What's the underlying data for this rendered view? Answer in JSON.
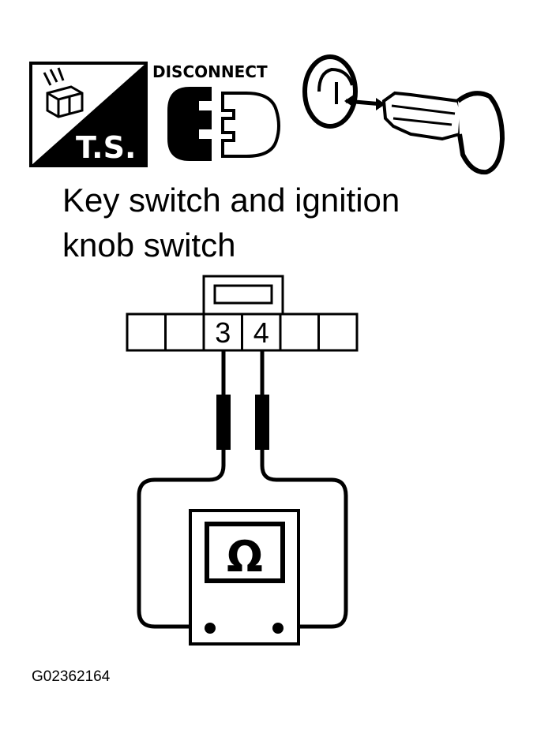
{
  "icons": {
    "test_symbol": {
      "icon": "connector-test-icon",
      "label": "T.S."
    },
    "disconnect": {
      "icon": "disconnect-connector-icon",
      "label": "DISCONNECT"
    },
    "key": {
      "icon": "ignition-key-icon"
    }
  },
  "title": {
    "line1": "Key switch and ignition",
    "line2": "knob switch"
  },
  "connector": {
    "terminals": [
      "",
      "",
      "3",
      "4",
      "",
      ""
    ],
    "probe_terminals": [
      "3",
      "4"
    ]
  },
  "meter": {
    "icon": "ohmmeter-icon",
    "symbol": "Ω"
  },
  "figure_id": "G02362164",
  "colors": {
    "ink": "#000000",
    "paper": "#ffffff"
  }
}
